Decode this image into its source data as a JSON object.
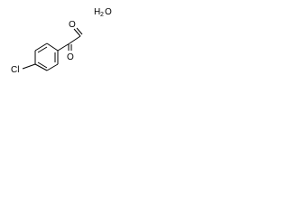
{
  "molecule": {
    "atoms": {
      "chlorine": "Cl",
      "ketone_oxygen": "O",
      "aldehyde_oxygen": "O"
    },
    "water": {
      "h_left": "H",
      "subscript": "2",
      "oxygen": "O"
    }
  },
  "colors": {
    "bond": "#000000",
    "background": "#ffffff"
  }
}
